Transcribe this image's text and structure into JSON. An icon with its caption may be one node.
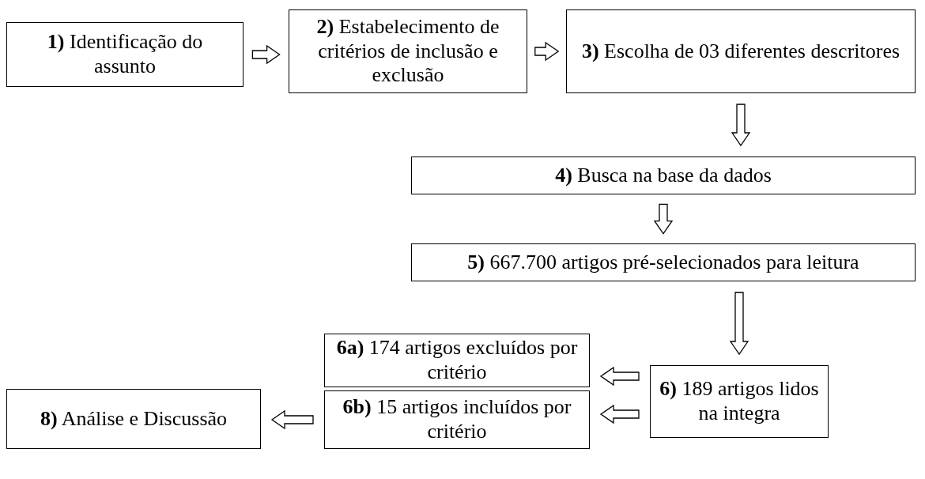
{
  "diagram": {
    "nodes": [
      {
        "text": [
          "**1)** Identificação do assunto"
        ]
      },
      {
        "text": [
          "**2)** Estabelecimento de critérios de inclusão e exclusão"
        ]
      },
      {
        "text": [
          "**3)** Escolha de 03 diferentes descritores"
        ]
      },
      {
        "text": [
          "**4)** Busca na base da dados"
        ]
      },
      {
        "text": [
          "**5)** 667.700 artigos pré-selecionados para leitura"
        ]
      },
      {
        "text": [
          "**6a)** 174 artigos excluídos por critério"
        ]
      },
      {
        "text": [
          "**6)** 189 artigos lidos na integra"
        ]
      },
      {
        "text": [
          "**6b)** 15 artigos incluídos por critério"
        ]
      },
      {
        "text": [
          "**8)**  Análise e Discussão"
        ]
      }
    ],
    "edges": [
      {
        "from": 0,
        "to": 1,
        "arrow": "to"
      },
      {
        "from": 1,
        "to": 2,
        "arrow": "to"
      },
      {
        "from": 2,
        "to": 3,
        "arrow": "to"
      },
      {
        "from": 3,
        "to": 4,
        "arrow": "to"
      },
      {
        "from": 4,
        "to": 6,
        "arrow": "to"
      },
      {
        "from": 6,
        "to": 5,
        "arrow": "to"
      },
      {
        "from": 6,
        "to": 7,
        "arrow": "to"
      },
      {
        "from": 7,
        "to": 8,
        "arrow": "to"
      }
    ]
  }
}
